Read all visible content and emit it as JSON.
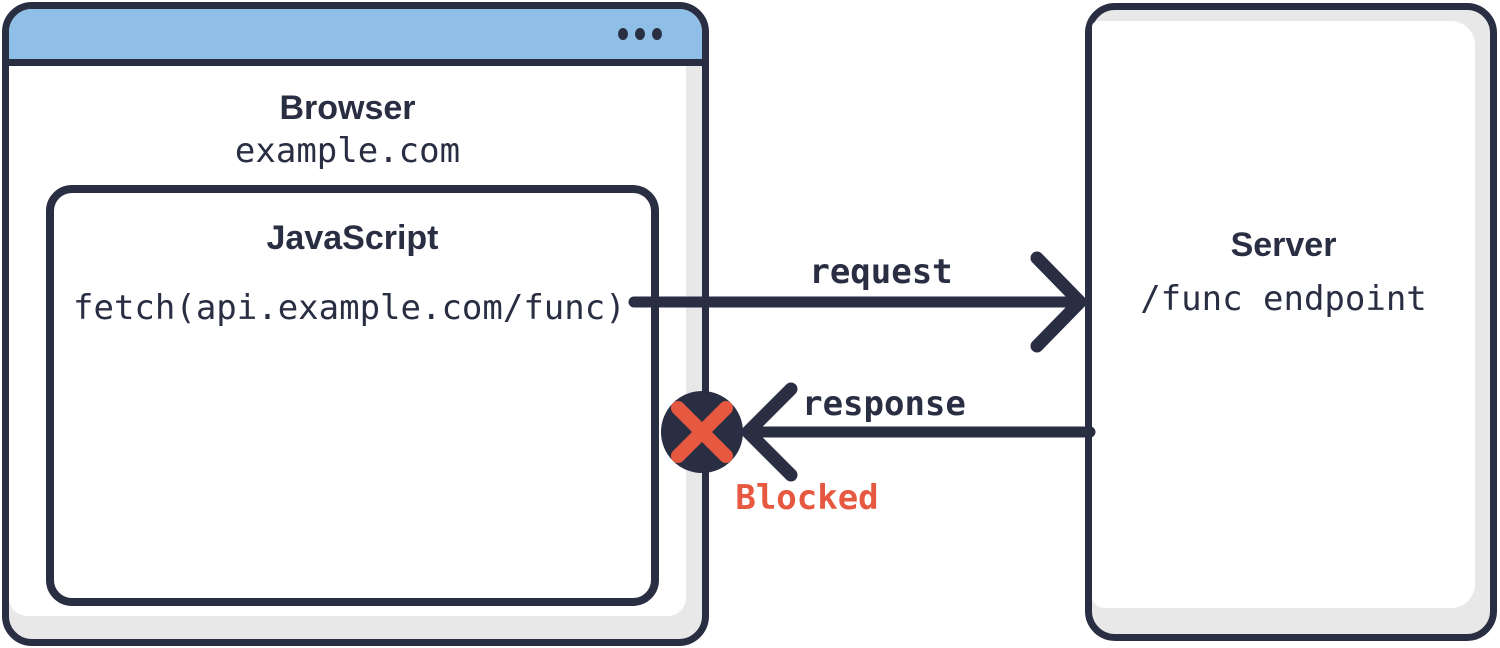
{
  "diagram": {
    "browser": {
      "title": "Browser",
      "origin": "example.com",
      "window_dots": [
        "purple",
        "red",
        "green"
      ],
      "js_box": {
        "title": "JavaScript",
        "code": "fetch(api.example.com/func)"
      }
    },
    "server": {
      "title": "Server",
      "endpoint": "/func endpoint"
    },
    "flows": {
      "request_label": "request",
      "response_label": "response",
      "blocked_label": "Blocked"
    }
  },
  "colors": {
    "ink": "#2A2E43",
    "titlebar-blue": "#8FBEE6",
    "panel-gray": "#E8E8E8",
    "blocked-red": "#E6583F",
    "dot-purple": "#8B8FC4",
    "dot-red": "#E3503B",
    "dot-green": "#79BB4D"
  }
}
